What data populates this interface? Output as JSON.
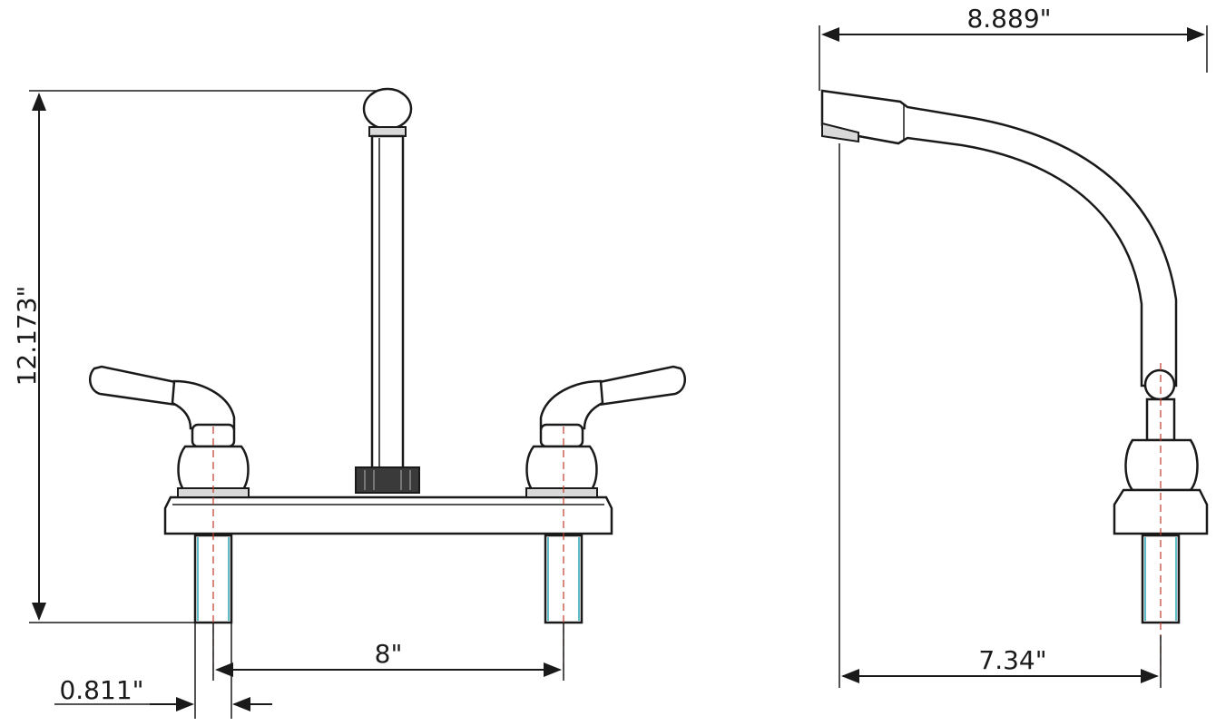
{
  "dimensions": {
    "height": "12.173\"",
    "reach": "8.889\"",
    "center_spacing": "8\"",
    "shank_diameter": "0.811\"",
    "base_to_outlet": "7.34\""
  },
  "colors": {
    "line": "#1a1a1a",
    "centerline": "#c0392b",
    "shank_edge": "#2aa7b5",
    "background": "#ffffff"
  }
}
